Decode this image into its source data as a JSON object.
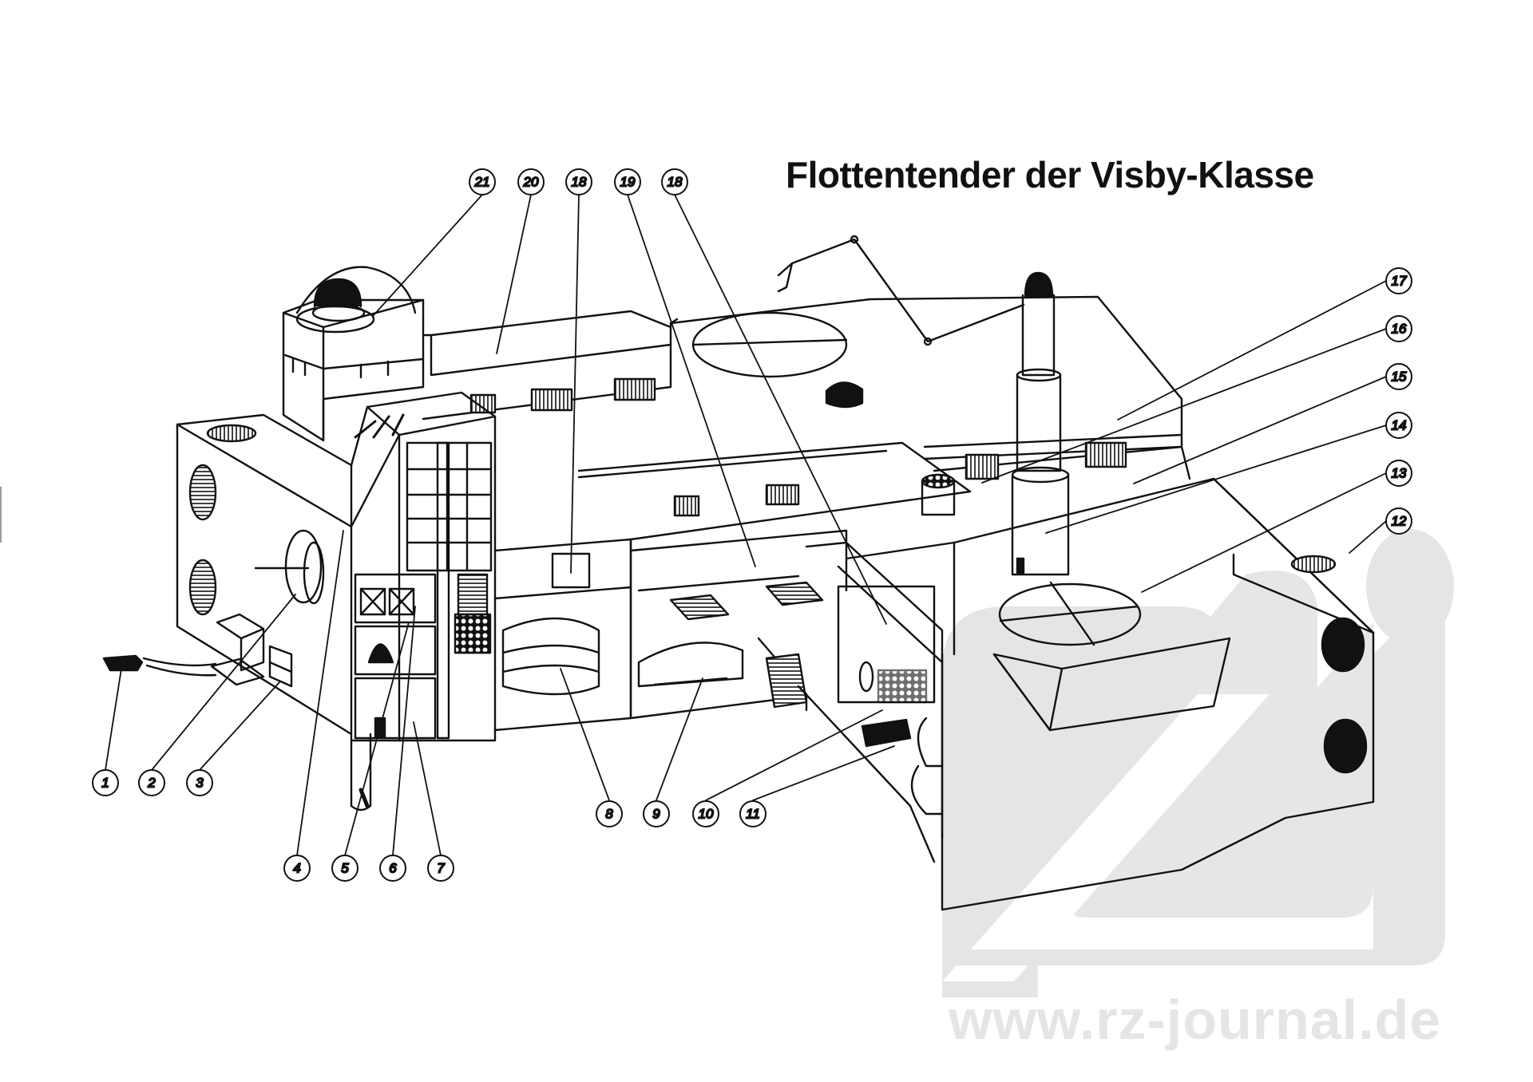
{
  "title": "Flottentender der Visby-Klasse",
  "watermark": {
    "logo": "rz",
    "url": "www.rz-journal.de",
    "color": "#e5e5e5"
  },
  "colors": {
    "ink": "#111111",
    "paper": "#ffffff",
    "watermark": "#e5e5e5"
  },
  "callouts": [
    {
      "id": "c1",
      "label": "1"
    },
    {
      "id": "c2",
      "label": "2"
    },
    {
      "id": "c3",
      "label": "3"
    },
    {
      "id": "c4",
      "label": "4"
    },
    {
      "id": "c5",
      "label": "5"
    },
    {
      "id": "c6",
      "label": "6"
    },
    {
      "id": "c7",
      "label": "7"
    },
    {
      "id": "c8",
      "label": "8"
    },
    {
      "id": "c9",
      "label": "9"
    },
    {
      "id": "c10",
      "label": "10"
    },
    {
      "id": "c11",
      "label": "11"
    },
    {
      "id": "c12",
      "label": "12"
    },
    {
      "id": "c13",
      "label": "13"
    },
    {
      "id": "c14",
      "label": "14"
    },
    {
      "id": "c15",
      "label": "15"
    },
    {
      "id": "c16",
      "label": "16"
    },
    {
      "id": "c17",
      "label": "17"
    },
    {
      "id": "c18a",
      "label": "18"
    },
    {
      "id": "c18b",
      "label": "18"
    },
    {
      "id": "c19",
      "label": "19"
    },
    {
      "id": "c20",
      "label": "20"
    },
    {
      "id": "c21",
      "label": "21"
    }
  ]
}
